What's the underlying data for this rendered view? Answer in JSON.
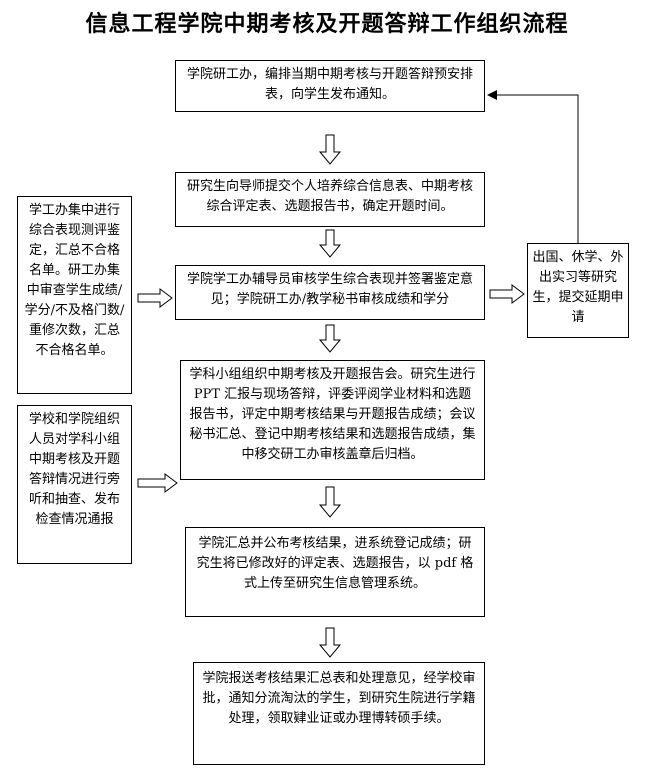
{
  "title": "信息工程学院中期考核及开题答辩工作组织流程",
  "steps": [
    {
      "id": "step-1",
      "text": "学院研工办，编排当期中期考核与开题答辩预安排表，向学生发布通知。"
    },
    {
      "id": "step-2",
      "text": "研究生向导师提交个人培养综合信息表、中期考核综合评定表、选题报告书，确定开题时间。"
    },
    {
      "id": "step-3",
      "text": "学院学工办辅导员审核学生综合表现并签署鉴定意见；学院研工办/教学秘书审核成绩和学分"
    },
    {
      "id": "step-4",
      "text": "学科小组组织中期考核及开题报告会。研究生进行 PPT 汇报与现场答辩，评委评阅学业材料和选题报告书，评定中期考核结果与开题报告成绩；会议秘书汇总、登记中期考核结果和选题报告成绩，集中移交研工办审核盖章后归档。"
    },
    {
      "id": "step-5",
      "text": "学院汇总并公布考核结果，进系统登记成绩；研究生将已修改好的评定表、选题报告，以 pdf 格式上传至研究生信息管理系统。"
    },
    {
      "id": "step-6",
      "text": "学院报送考核结果汇总表和处理意见，经学校审批，通知分流淘汰的学生，到研究生院进行学籍处理，领取肄业证或办理博转硕手续。"
    }
  ],
  "side_left": [
    {
      "id": "left-1",
      "text": "学工办集中进行综合表现测评鉴定，汇总不合格名单。研工办集中审查学生成绩/学分/不及格门数/重修次数，汇总不合格名单。"
    },
    {
      "id": "left-2",
      "text": "学校和学院组织人员对学科小组中期考核及开题答辩情况进行旁听和抽查、发布检查情况通报"
    }
  ],
  "side_right": {
    "id": "right-1",
    "text": "出国、休学、外出实习等研究生，提交延期申请"
  }
}
